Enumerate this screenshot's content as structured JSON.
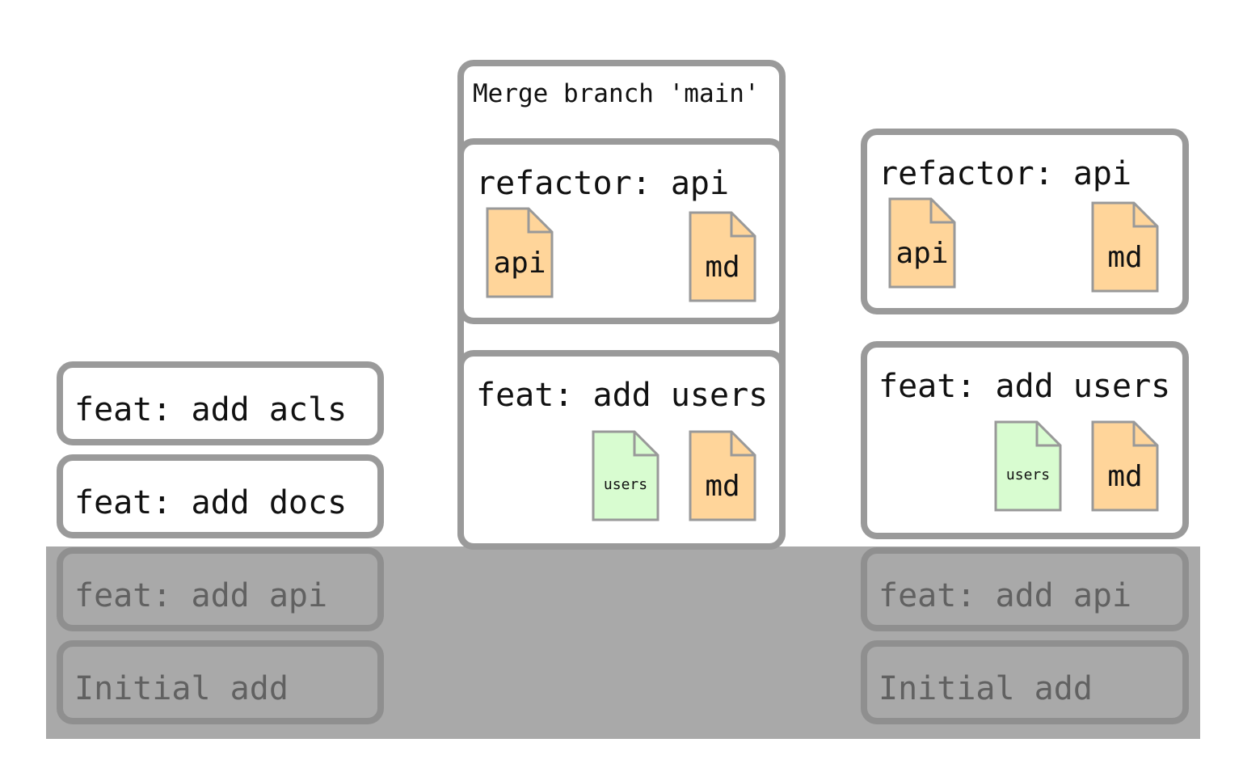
{
  "colors": {
    "box_border": "#9a9a9a",
    "shade": "#a9a9a9",
    "file_orange": "#ffd59a",
    "file_green": "#d8fcd0",
    "file_border": "#999999"
  },
  "left_column": {
    "commits": [
      {
        "message": "feat: add acls"
      },
      {
        "message": "feat: add docs"
      },
      {
        "message": "feat: add api"
      },
      {
        "message": "Initial add"
      }
    ]
  },
  "middle_column": {
    "merge_commit": {
      "message": "Merge branch 'main'"
    },
    "refactor_commit": {
      "message": "refactor: api",
      "files": [
        "api",
        "md"
      ]
    },
    "users_commit": {
      "message": "feat: add users",
      "files": [
        "users",
        "md"
      ]
    }
  },
  "right_column": {
    "refactor_commit": {
      "message": "refactor: api",
      "files": [
        "api",
        "md"
      ]
    },
    "users_commit": {
      "message": "feat: add users",
      "files": [
        "users",
        "md"
      ]
    },
    "commits": [
      {
        "message": "feat: add api"
      },
      {
        "message": "Initial add"
      }
    ]
  }
}
